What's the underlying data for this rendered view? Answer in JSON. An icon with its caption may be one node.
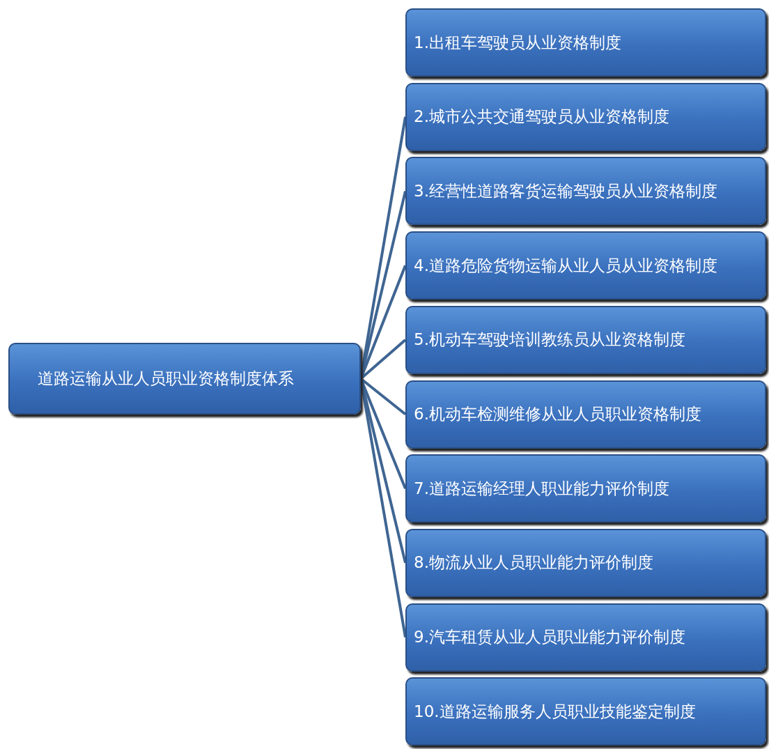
{
  "diagram": {
    "nodes": [
      {
        "text": [
          "道路运输从业人员职业资格制度体系"
        ]
      },
      {
        "text": [
          "1.出租车驾驶员从业资格制度"
        ]
      },
      {
        "text": [
          "2.城市公共交通驾驶员从业资格制度"
        ]
      },
      {
        "text": [
          "3.经营性道路客货运输驾驶员从业资格制度"
        ]
      },
      {
        "text": [
          "4.道路危险货物运输从业人员从业资格制度"
        ]
      },
      {
        "text": [
          "5.机动车驾驶培训教练员从业资格制度"
        ]
      },
      {
        "text": [
          "6.机动车检测维修从业人员职业资格制度"
        ]
      },
      {
        "text": [
          "7.道路运输经理人职业能力评价制度"
        ]
      },
      {
        "text": [
          "8.物流从业人员职业能力评价制度"
        ]
      },
      {
        "text": [
          "9.汽车租赁从业人员职业能力评价制度"
        ]
      },
      {
        "text": [
          "10.道路运输服务人员职业技能鉴定制度"
        ]
      }
    ],
    "edges": [
      {
        "from": 0,
        "to": 2,
        "arrow": "none"
      },
      {
        "from": 0,
        "to": 3,
        "arrow": "none"
      },
      {
        "from": 0,
        "to": 4,
        "arrow": "none"
      },
      {
        "from": 0,
        "to": 5,
        "arrow": "none"
      },
      {
        "from": 0,
        "to": 6,
        "arrow": "none"
      },
      {
        "from": 0,
        "to": 7,
        "arrow": "none"
      },
      {
        "from": 0,
        "to": 8,
        "arrow": "none"
      },
      {
        "from": 0,
        "to": 9,
        "arrow": "none"
      }
    ]
  }
}
